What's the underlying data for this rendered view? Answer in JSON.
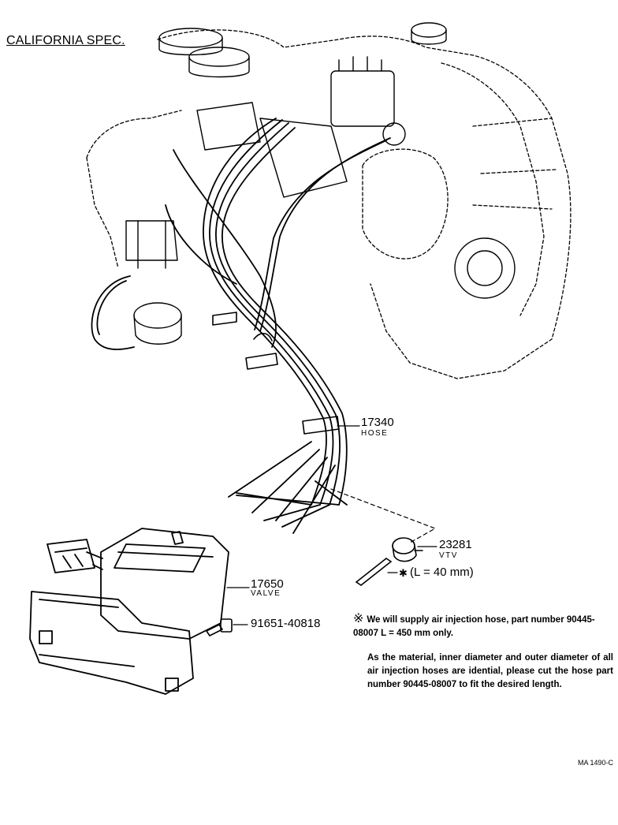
{
  "title": "CALIFORNIA SPEC.",
  "parts": {
    "hose": {
      "number": "17340",
      "name": "HOSE"
    },
    "vtv": {
      "number": "23281",
      "name": "VTV"
    },
    "pipe": {
      "length_label": "(L = 40 mm)",
      "marker": "✱"
    },
    "valve": {
      "number": "17650",
      "name": "VALVE"
    },
    "bolt": {
      "number": "91651-40818"
    }
  },
  "notes": {
    "marker": "※",
    "note1": "We will supply air injection hose, part number 90445-08007 L = 450 mm only.",
    "note2": "As the material, inner diameter and outer diameter of all air injection hoses are idential, please cut the hose part number 90445-08007 to fit the desired length."
  },
  "drawing_code": "MA 1490-C"
}
